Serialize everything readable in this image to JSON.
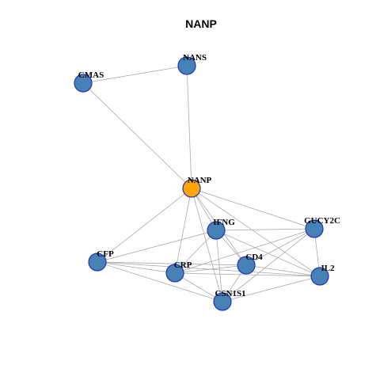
{
  "title": "NANP",
  "colors": {
    "center": "#ffa500",
    "node": "#4682b4",
    "edge": "#aaaaaa",
    "stroke": "#2233bb"
  },
  "nodes": [
    {
      "id": "NANS",
      "label": "NANS",
      "center": false
    },
    {
      "id": "CMAS",
      "label": "CMAS",
      "center": false
    },
    {
      "id": "NANP",
      "label": "NANP",
      "center": true
    },
    {
      "id": "IFNG",
      "label": "IFNG",
      "center": false
    },
    {
      "id": "GUCY2C",
      "label": "GUCY2C",
      "center": false
    },
    {
      "id": "CFP",
      "label": "CFP",
      "center": false
    },
    {
      "id": "CD4",
      "label": "CD4",
      "center": false
    },
    {
      "id": "CRP",
      "label": "CRP",
      "center": false
    },
    {
      "id": "IL2",
      "label": "IL2",
      "center": false
    },
    {
      "id": "CSN1S1",
      "label": "CSN1S1",
      "center": false
    }
  ],
  "edges": [
    [
      "NANS",
      "CMAS"
    ],
    [
      "NANS",
      "NANP"
    ],
    [
      "CMAS",
      "NANP"
    ],
    [
      "NANP",
      "IFNG"
    ],
    [
      "NANP",
      "GUCY2C"
    ],
    [
      "NANP",
      "CFP"
    ],
    [
      "NANP",
      "CRP"
    ],
    [
      "NANP",
      "CD4"
    ],
    [
      "NANP",
      "IL2"
    ],
    [
      "NANP",
      "CSN1S1"
    ],
    [
      "IFNG",
      "GUCY2C"
    ],
    [
      "IFNG",
      "CFP"
    ],
    [
      "IFNG",
      "CRP"
    ],
    [
      "IFNG",
      "CD4"
    ],
    [
      "IFNG",
      "IL2"
    ],
    [
      "IFNG",
      "CSN1S1"
    ],
    [
      "GUCY2C",
      "CRP"
    ],
    [
      "GUCY2C",
      "CD4"
    ],
    [
      "GUCY2C",
      "IL2"
    ],
    [
      "GUCY2C",
      "CSN1S1"
    ],
    [
      "CFP",
      "CRP"
    ],
    [
      "CFP",
      "CD4"
    ],
    [
      "CFP",
      "IL2"
    ],
    [
      "CFP",
      "CSN1S1"
    ],
    [
      "CRP",
      "CD4"
    ],
    [
      "CRP",
      "IL2"
    ],
    [
      "CRP",
      "CSN1S1"
    ],
    [
      "CD4",
      "IL2"
    ],
    [
      "CD4",
      "CSN1S1"
    ],
    [
      "IL2",
      "CSN1S1"
    ]
  ]
}
